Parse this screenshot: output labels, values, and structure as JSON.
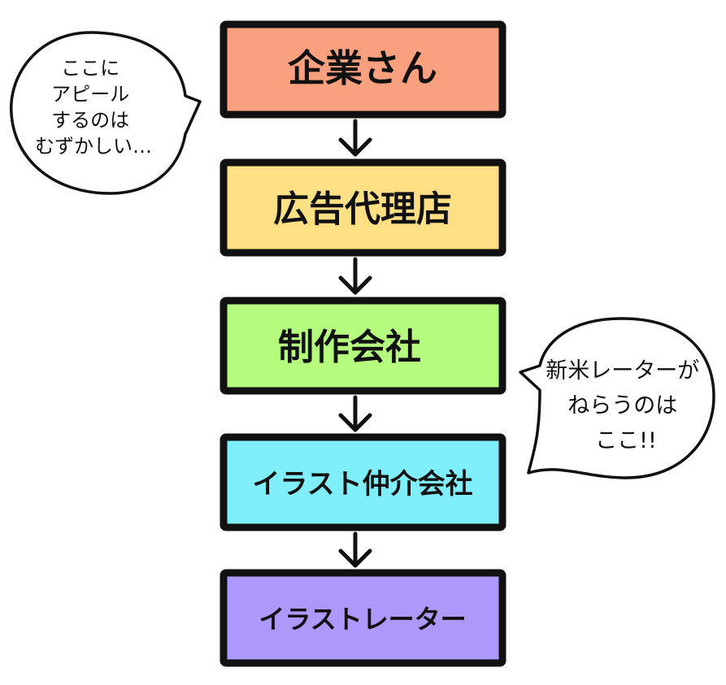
{
  "flow": {
    "boxes": [
      {
        "label": "企業さん",
        "color": "#f9a07f"
      },
      {
        "label": "広告代理店",
        "color": "#fedf84"
      },
      {
        "label": "制作会社",
        "color": "#b5fb7d"
      },
      {
        "label": "イラスト仲介会社",
        "color": "#7ff0fb"
      },
      {
        "label": "イラストレーター",
        "color": "#ad98fb"
      }
    ]
  },
  "bubbles": {
    "left": {
      "lines": [
        "ここに",
        "アピール",
        "するのは",
        "むずかしい…"
      ]
    },
    "right": {
      "lines": [
        "新米レーターが",
        "ねらうのは",
        "ここ!!"
      ]
    }
  }
}
